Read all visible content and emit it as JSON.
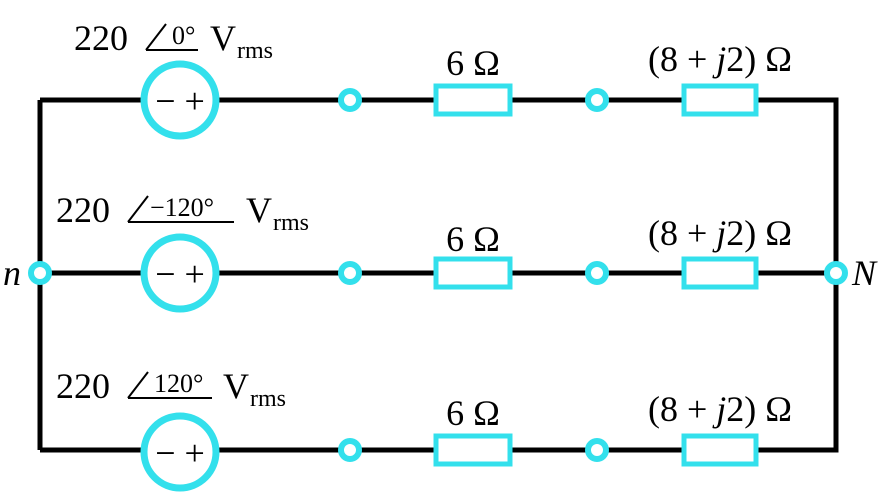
{
  "colors": {
    "wire": "#000000",
    "component": "#33e0ec",
    "background": "#ffffff"
  },
  "nodes": {
    "left": "n",
    "right": "N"
  },
  "sources": [
    {
      "magnitude": "220",
      "angle": "0°",
      "unit": "V",
      "unit_sub": "rms",
      "polarity": "− +"
    },
    {
      "magnitude": "220",
      "angle": "−120°",
      "unit": "V",
      "unit_sub": "rms",
      "polarity": "− +"
    },
    {
      "magnitude": "220",
      "angle": "120°",
      "unit": "V",
      "unit_sub": "rms",
      "polarity": "− +"
    }
  ],
  "line_impedances": [
    "6 Ω",
    "6 Ω",
    "6 Ω"
  ],
  "load_impedances": [
    {
      "pre": "(8 + ",
      "j": "j",
      "post": "2) Ω"
    },
    {
      "pre": "(8 + ",
      "j": "j",
      "post": "2) Ω"
    },
    {
      "pre": "(8 + ",
      "j": "j",
      "post": "2) Ω"
    }
  ]
}
